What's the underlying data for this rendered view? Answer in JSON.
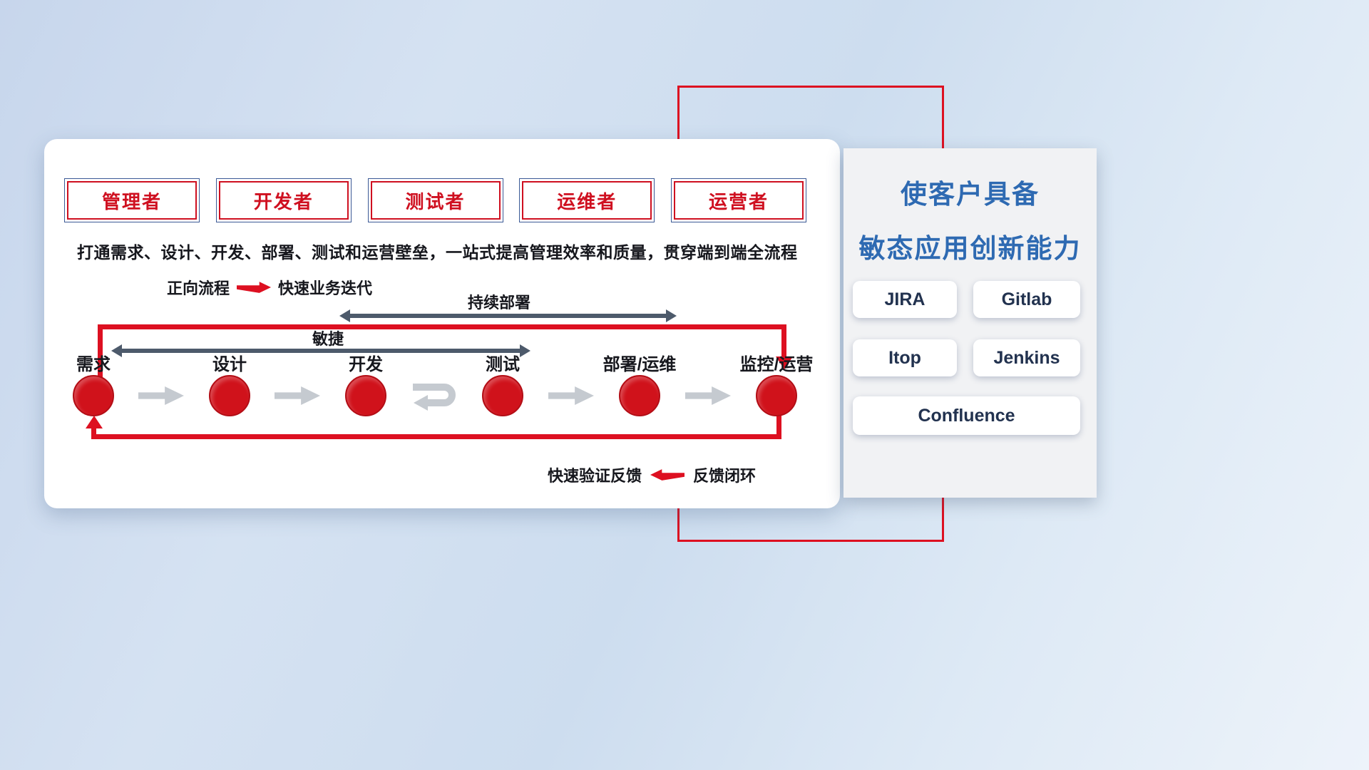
{
  "roles": [
    {
      "label": "管理者"
    },
    {
      "label": "开发者"
    },
    {
      "label": "测试者"
    },
    {
      "label": "运维者"
    },
    {
      "label": "运营者"
    }
  ],
  "subtitle": "打通需求、设计、开发、部署、测试和运营壁垒，一站式提高管理效率和质量，贯穿端到端全流程",
  "legends": {
    "forward_label": "正向流程",
    "forward_desc": "快速业务迭代",
    "feedback_desc": "快速验证反馈",
    "feedback_label": "反馈闭环"
  },
  "flow": {
    "stages": [
      {
        "label": "需求"
      },
      {
        "label": "设计"
      },
      {
        "label": "开发"
      },
      {
        "label": "测试"
      },
      {
        "label": "部署/运维"
      },
      {
        "label": "监控/运营"
      }
    ],
    "agile_label": "敏捷",
    "continuous_deploy_label": "持续部署"
  },
  "panel": {
    "title_line1": "使客户具备",
    "title_line2": "敏态应用创新能力",
    "tools": [
      {
        "label": "JIRA"
      },
      {
        "label": "Gitlab"
      },
      {
        "label": "Itop"
      },
      {
        "label": "Jenkins"
      },
      {
        "label": "Confluence"
      }
    ]
  },
  "colors": {
    "accent_red": "#dd1021",
    "role_red": "#cf1020",
    "title_blue": "#2e6ab2",
    "flow_arrow_gray": "#c5cad0",
    "double_arrow_dark": "#4d5a6b"
  }
}
